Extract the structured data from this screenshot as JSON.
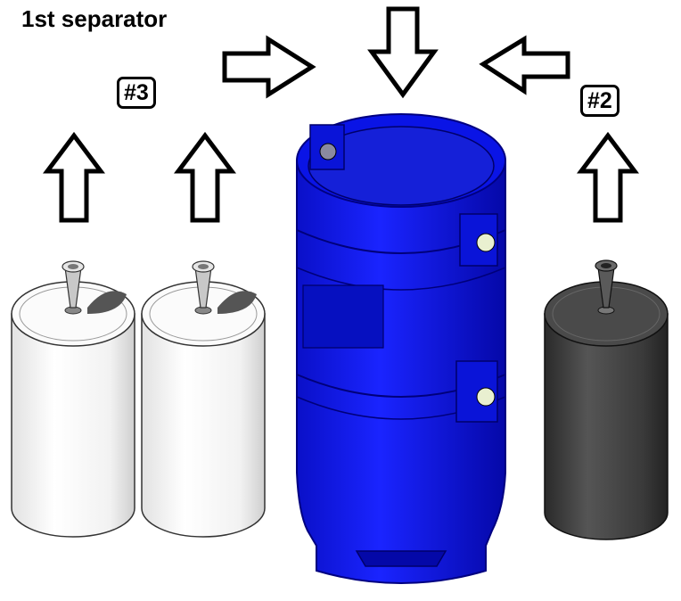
{
  "title": "1st separator",
  "labels": {
    "left_group": "#3",
    "right_group": "#2"
  },
  "colors": {
    "separator_body": "#0a14e6",
    "filter_white": "#f4f4f4",
    "filter_dark": "#3c3c3c",
    "arrow_stroke": "#000000"
  },
  "icons": [
    "arrow-up-icon",
    "arrow-down-icon",
    "arrow-left-icon",
    "arrow-right-icon"
  ]
}
